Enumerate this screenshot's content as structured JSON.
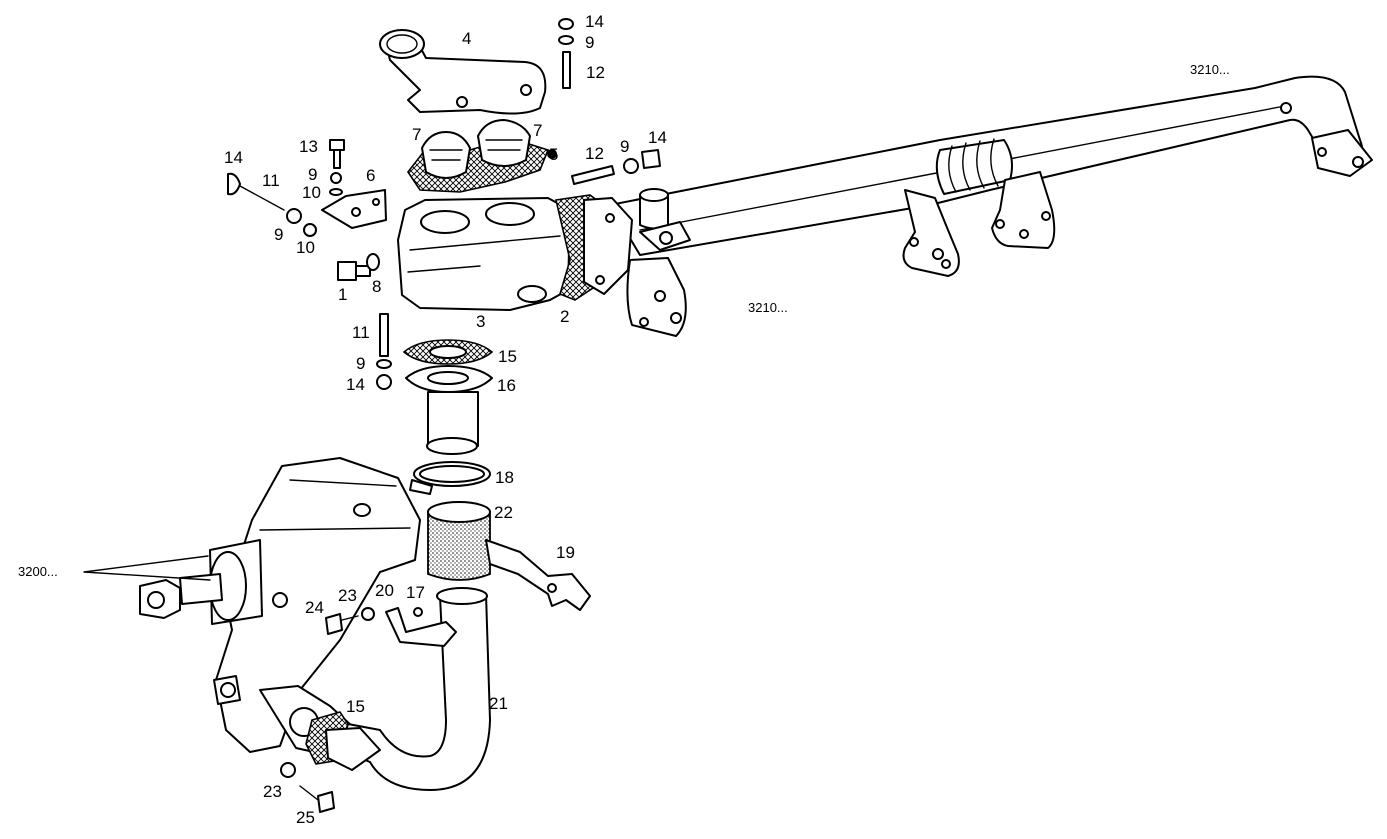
{
  "part_labels": {
    "p1": "1",
    "p2": "2",
    "p3": "3",
    "p4": "4",
    "p5": "5",
    "p6": "6",
    "p7a": "7",
    "p7b": "7",
    "p8": "8",
    "p9a": "9",
    "p9b": "9",
    "p9c": "9",
    "p9d": "9",
    "p9e": "9",
    "p10a": "10",
    "p10b": "10",
    "p11a": "11",
    "p11b": "11",
    "p12a": "12",
    "p12b": "12",
    "p13": "13",
    "p14a": "14",
    "p14b": "14",
    "p14c": "14",
    "p14d": "14",
    "p15a": "15",
    "p15b": "15",
    "p16": "16",
    "p17": "17",
    "p18": "18",
    "p19": "19",
    "p20": "20",
    "p21": "21",
    "p22": "22",
    "p23a": "23",
    "p23b": "23",
    "p24": "24",
    "p25": "25"
  },
  "references": {
    "r3210a": "3210...",
    "r3210b": "3210...",
    "r3200": "3200..."
  }
}
